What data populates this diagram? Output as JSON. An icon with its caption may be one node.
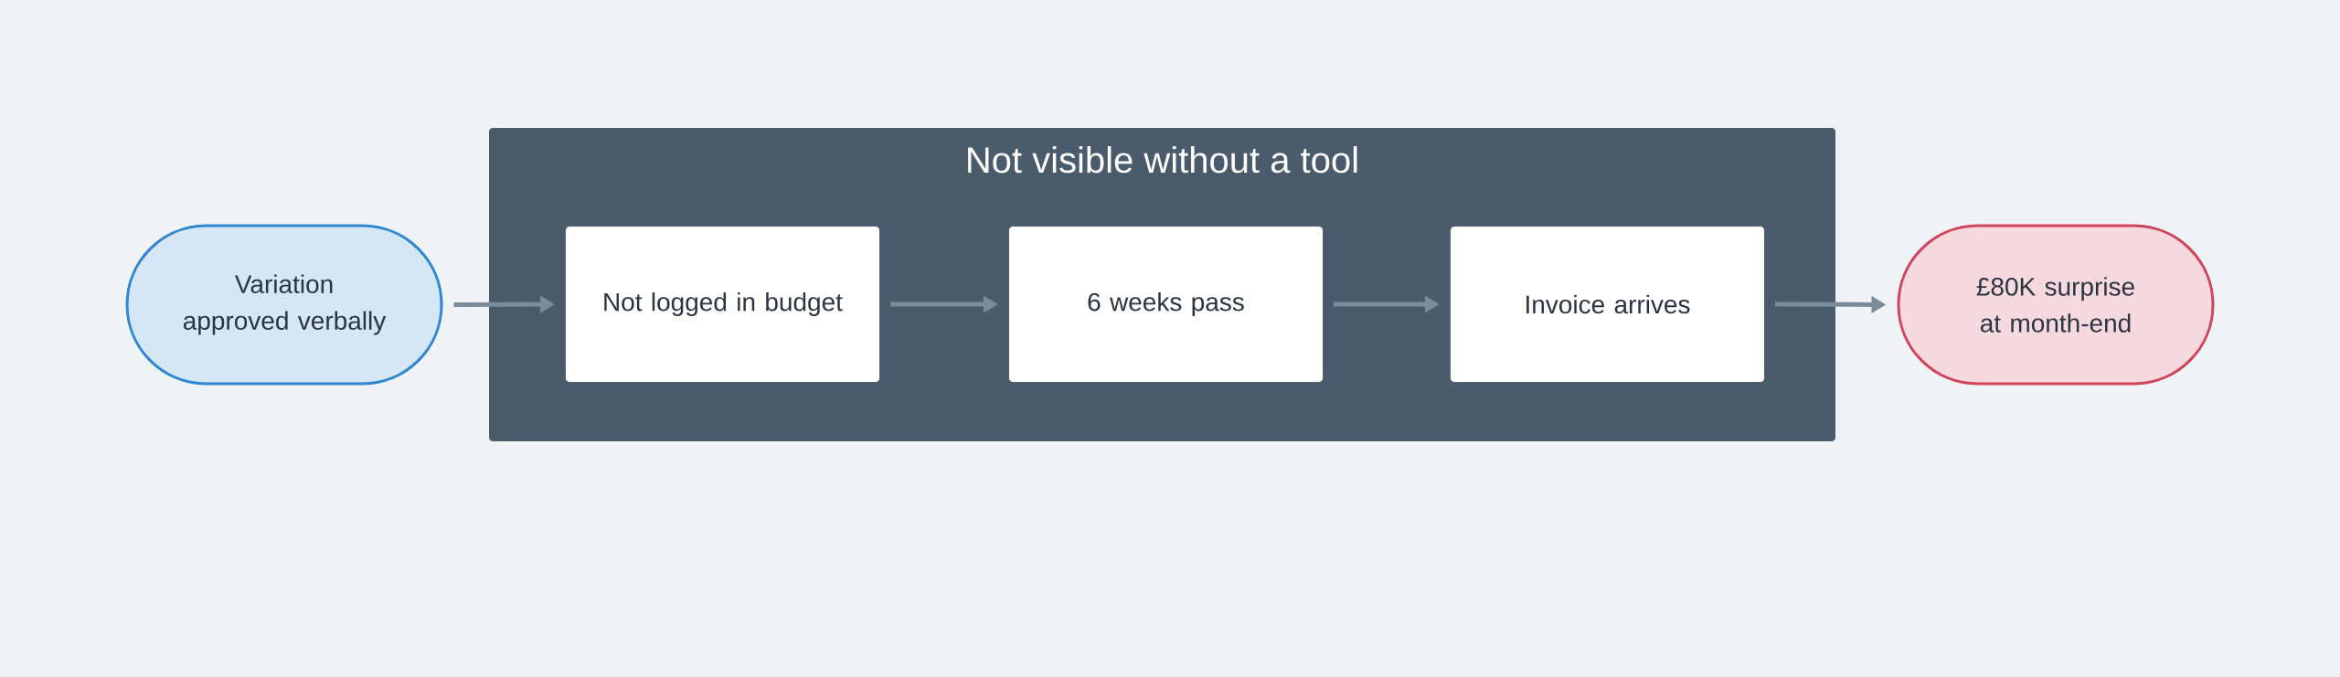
{
  "diagram": {
    "nodes": [
      {
        "text": [
          "Variation approved verbally"
        ]
      },
      {
        "text": [
          "Not visible without a tool"
        ]
      },
      {
        "text": [
          "Not logged in budget"
        ],
        "in": 1
      },
      {
        "text": [
          "6 weeks pass"
        ],
        "in": 1
      },
      {
        "text": [
          "Invoice arrives"
        ],
        "in": 1
      },
      {
        "text": [
          "£80K surprise at month-end"
        ]
      }
    ],
    "edges": [
      {
        "from": 0,
        "to": 2,
        "arrow": "to"
      },
      {
        "from": 2,
        "to": 3,
        "arrow": "to"
      },
      {
        "from": 3,
        "to": 4,
        "arrow": "to"
      },
      {
        "from": 4,
        "to": 5,
        "arrow": "to"
      }
    ]
  }
}
